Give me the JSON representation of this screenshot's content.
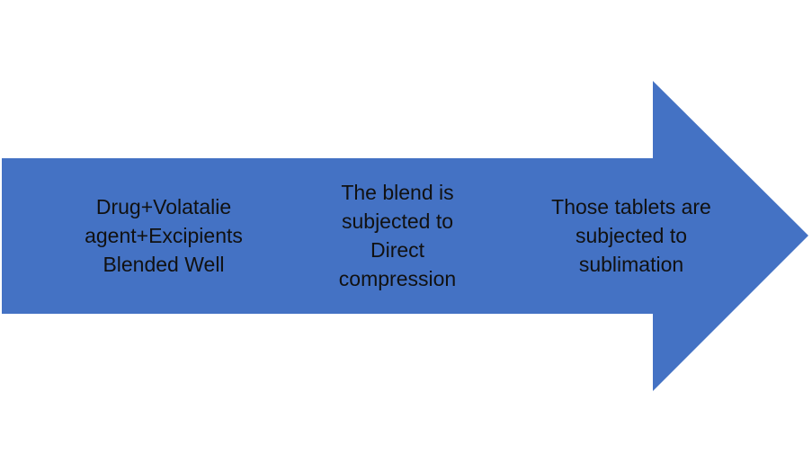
{
  "colors": {
    "arrow_fill": "#4472C4",
    "background": "#FFFFFF",
    "text": "#111111"
  },
  "process": {
    "steps": [
      {
        "text": "Drug+Volatalie\nagent+Excipients\nBlended Well"
      },
      {
        "text": "The blend is\nsubjected to\nDirect\ncompression"
      },
      {
        "text": "Those tablets are\nsubjected to\nsublimation"
      }
    ]
  }
}
